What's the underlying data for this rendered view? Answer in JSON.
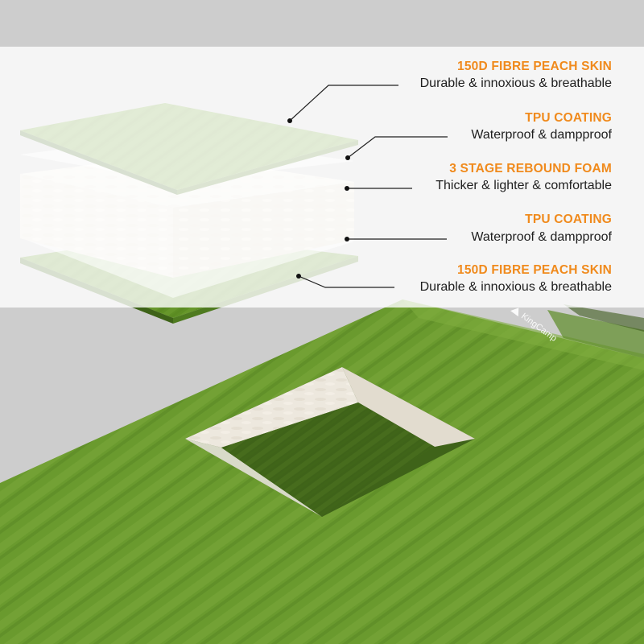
{
  "brand": {
    "name": "KingCamp"
  },
  "colors": {
    "accent": "#f08a1c",
    "text": "#1e1e1e",
    "mat_green": "#6a9a2e",
    "mat_green_dark": "#3f6319",
    "foam": "#ece7dc",
    "panel": "#ffffff"
  },
  "layers": [
    {
      "title": "150D FIBRE PEACH SKIN",
      "description": "Durable & innoxious & breathable"
    },
    {
      "title": "TPU COATING",
      "description": "Waterproof & dampproof"
    },
    {
      "title": "3 STAGE REBOUND FOAM",
      "description": "Thicker & lighter & comfortable"
    },
    {
      "title": "TPU COATING",
      "description": "Waterproof & dampproof"
    },
    {
      "title": "150D FIBRE PEACH SKIN",
      "description": "Durable & innoxious & breathable"
    }
  ]
}
